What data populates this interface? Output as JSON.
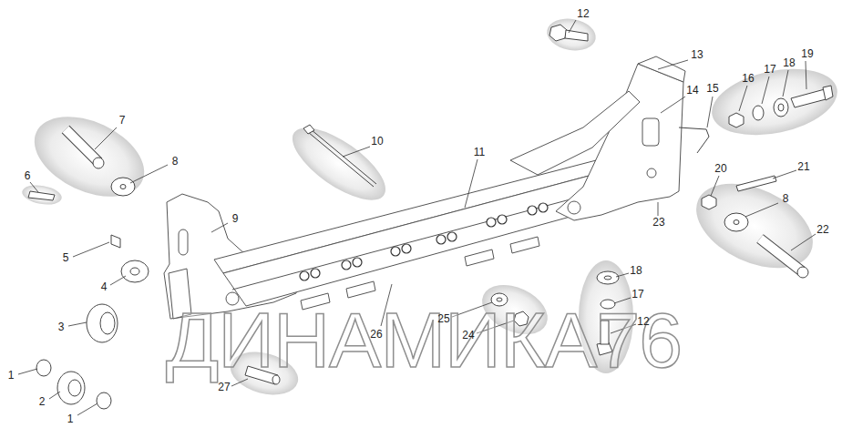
{
  "diagram": {
    "labels": [
      "12",
      "13",
      "7",
      "14",
      "15",
      "16",
      "17",
      "18",
      "19",
      "10",
      "11",
      "8",
      "6",
      "20",
      "21",
      "9",
      "8",
      "22",
      "5",
      "23",
      "4",
      "18",
      "3",
      "17",
      "25",
      "24",
      "12",
      "26",
      "1",
      "2",
      "27",
      "1",
      "ДИНАМИКА76"
    ]
  }
}
